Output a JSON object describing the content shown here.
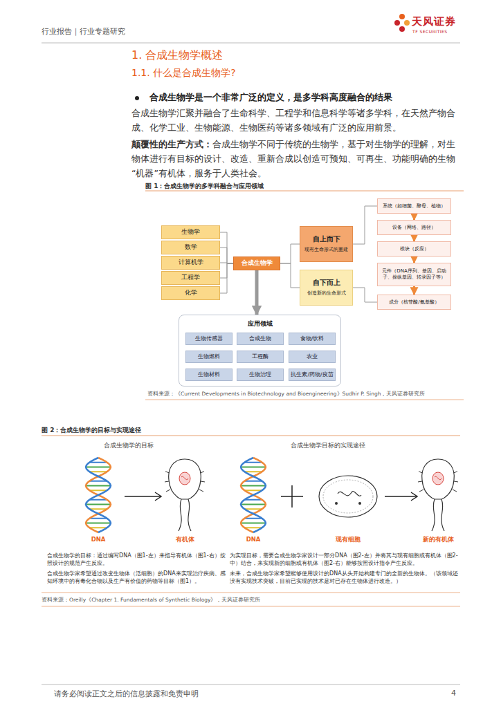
{
  "diagram": {
    "nodes": [
      {
        "text": [
          "生物学"
        ]
      },
      {
        "text": [
          "数学"
        ]
      },
      {
        "text": [
          "计算机学"
        ]
      },
      {
        "text": [
          "工程学"
        ]
      },
      {
        "text": [
          "化学"
        ]
      },
      {
        "text": [
          "合成生物学"
        ]
      },
      {
        "text": [
          "自上而下",
          "现有生命形式的重建"
        ]
      },
      {
        "text": [
          "自下而上",
          "创造新的生命形式"
        ]
      },
      {
        "text": [
          "系统（如细菌、酵母、植物）"
        ]
      },
      {
        "text": [
          "设备（网络、路径）"
        ]
      },
      {
        "text": [
          "模块（反应）"
        ]
      },
      {
        "text": [
          "元件（DNA序列、基因、启动子、操纵基因、转录因子等）"
        ]
      },
      {
        "text": [
          "成分（核苷酸/氨基酸）"
        ]
      },
      {
        "text": [
          "应用领域"
        ]
      },
      {
        "text": [
          "生物传感器"
        ],
        "in": 13
      },
      {
        "text": [
          "合成生物"
        ],
        "in": 13
      },
      {
        "text": [
          "食物/饮料"
        ],
        "in": 13
      },
      {
        "text": [
          "生物燃料"
        ],
        "in": 13
      },
      {
        "text": [
          "工程酶"
        ],
        "in": 13
      },
      {
        "text": [
          "农业"
        ],
        "in": 13
      },
      {
        "text": [
          "生物材料"
        ],
        "in": 13
      },
      {
        "text": [
          "生物治理"
        ],
        "in": 13
      },
      {
        "text": [
          "抗生素/药物/疫苗"
        ],
        "in": 13
      }
    ],
    "edges": [
      {
        "from": 0,
        "to": 5,
        "arrow": "none"
      },
      {
        "from": 1,
        "to": 5,
        "arrow": "none"
      },
      {
        "from": 2,
        "to": 5,
        "arrow": "none"
      },
      {
        "from": 3,
        "to": 5,
        "arrow": "none"
      },
      {
        "from": 4,
        "to": 5,
        "arrow": "none"
      },
      {
        "from": 5,
        "to": 6,
        "arrow": "none"
      },
      {
        "from": 5,
        "to": 7,
        "arrow": "none"
      },
      {
        "from": 6,
        "to": 8,
        "arrow": "none"
      },
      {
        "from": 7,
        "to": 12,
        "arrow": "none"
      },
      {
        "from": 8,
        "to": 9,
        "arrow": "to"
      },
      {
        "from": 9,
        "to": 10,
        "arrow": "to"
      },
      {
        "from": 10,
        "to": 11,
        "arrow": "to"
      },
      {
        "from": 11,
        "to": 12,
        "arrow": "to"
      },
      {
        "from": 5,
        "to": 13,
        "arrow": "to"
      }
    ],
    "labels": [
      "行业报告｜行业专题研究",
      "天风证券",
      "TF SECURITIES",
      "1. 合成生物学概述",
      "1.1. 什么是合成生物学?",
      "合成生物学是一个非常广泛的定义，是多学科高度融合的结果",
      "合成生物学汇聚并融合了生命科学、工程学和信息科学等诸多学科，在天然产物合成、化学工业、生物能源、生物医药等诸多领域有广泛的应用前景。",
      "颠覆性的生产方式：",
      "合成生物学不同于传统的生物学，基于对生物学的理解，对生物体进行有目标的设计、改造、重新合成以创造可预知、可再生、功能明确的生物“机器”有机体，服务于人类社会。",
      "图 1：合成生物学的多学科融合与应用领域",
      "资料来源：《Current Developments in Biotechnology and Bioengineering》Sudhir P. Singh，天风证券研究所",
      "图 2：合成生物学的目标与实现途径",
      "合成生物学的目标",
      "合成生物学目标的实现途径",
      "DNA",
      "有机体",
      "DNA",
      "现有细胞",
      "新的有机体",
      "合成生物学的目标：通过编写DNA（图1-左）来指导有机体（图1-右）按照设计的规范产生反应。",
      "为实现目标，需要合成生物学家设计一部分DNA（图2-左）并将其与现有细胞或有机体（图2-中）结合，来实现新的细胞或有机体（图2-右）能够按照设计指令产生反应。",
      "合成生物学家希望通过改变生物体（活细胞）的DNA来实现治疗疾病、感知环境中的有毒化合物以及生产有价值的药物等目标（图1）。",
      "未来，合成生物学家希望能够使用设计的DNA从头开始构建专门的全新的生物体。（该领域还没有实现技术突破，目前已实现的技术是对已存在生物体进行改造。）",
      "资料来源：Oreilly《Chapter 1. Fundamentals of Synthetic Biology》，天风证券研究所",
      "请务必阅读正文之后的信息披露和免责申明",
      "4"
    ]
  }
}
